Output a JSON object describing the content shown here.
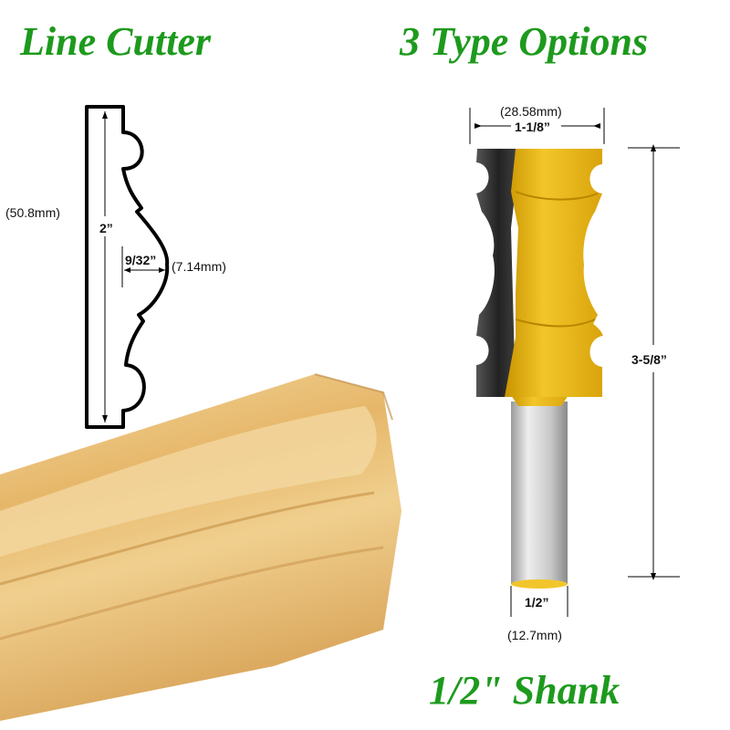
{
  "titles": {
    "left": "Line Cutter",
    "right": "3 Type Options",
    "bottom": "1/2\" Shank"
  },
  "profile": {
    "height_mm": "(50.8mm)",
    "height_in": "2”",
    "depth_in": "9/32”",
    "depth_mm": "(7.14mm)"
  },
  "bit": {
    "width_mm": "(28.58mm)",
    "width_in": "1-1/8”",
    "length_in": "3-5/8”",
    "shank_in": "1/2”",
    "shank_mm": "(12.7mm)"
  },
  "colors": {
    "title_green": "#1d9a1d",
    "bit_yellow": "#e8b416",
    "wood": "#e9bd72"
  }
}
